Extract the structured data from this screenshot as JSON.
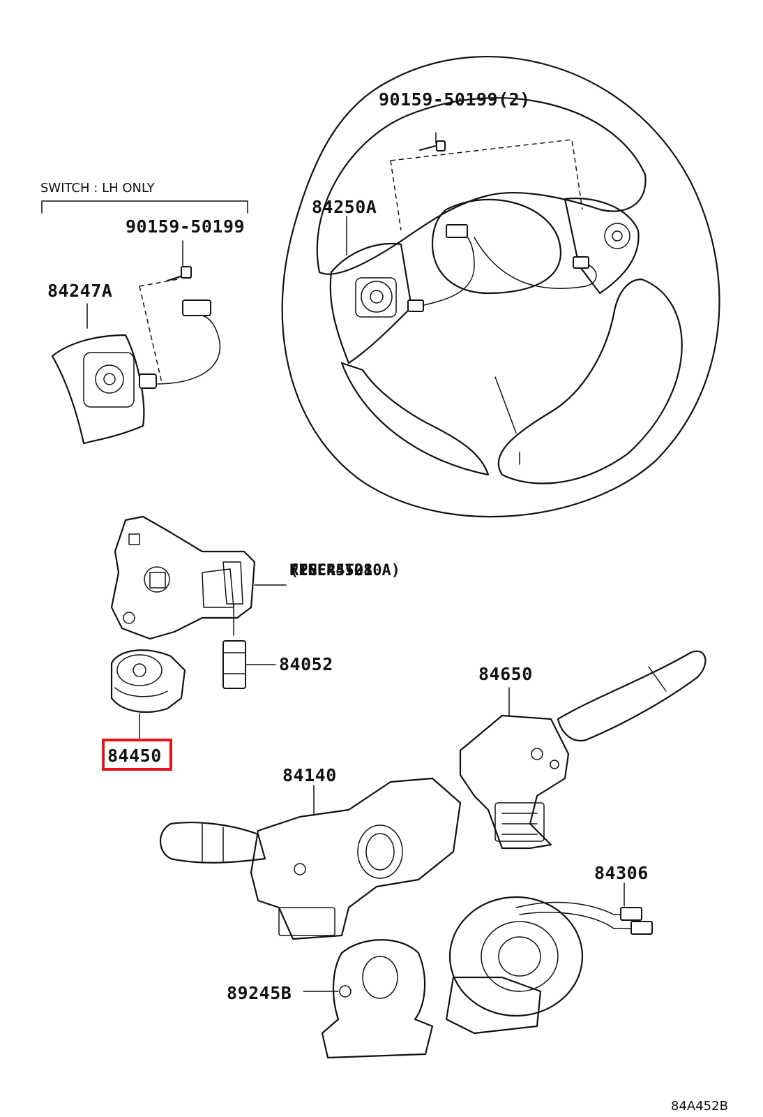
{
  "labels": {
    "bolt_2": "90159-50199(2)",
    "switch_note": "SWITCH : LH ONLY",
    "bolt_1": "90159-50199",
    "part_84250a": "84250A",
    "part_84247a": "84247A",
    "refer_line1": "REFER TO",
    "refer_line2": "FIG 45-01",
    "refer_line3": "(PNC 45280A)",
    "part_84052": "84052",
    "part_84650": "84650",
    "part_84450": "84450",
    "part_84140": "84140",
    "part_84306": "84306",
    "part_89245b": "89245B",
    "figure_code": "84A452B"
  },
  "highlight_color": "#e8121b"
}
